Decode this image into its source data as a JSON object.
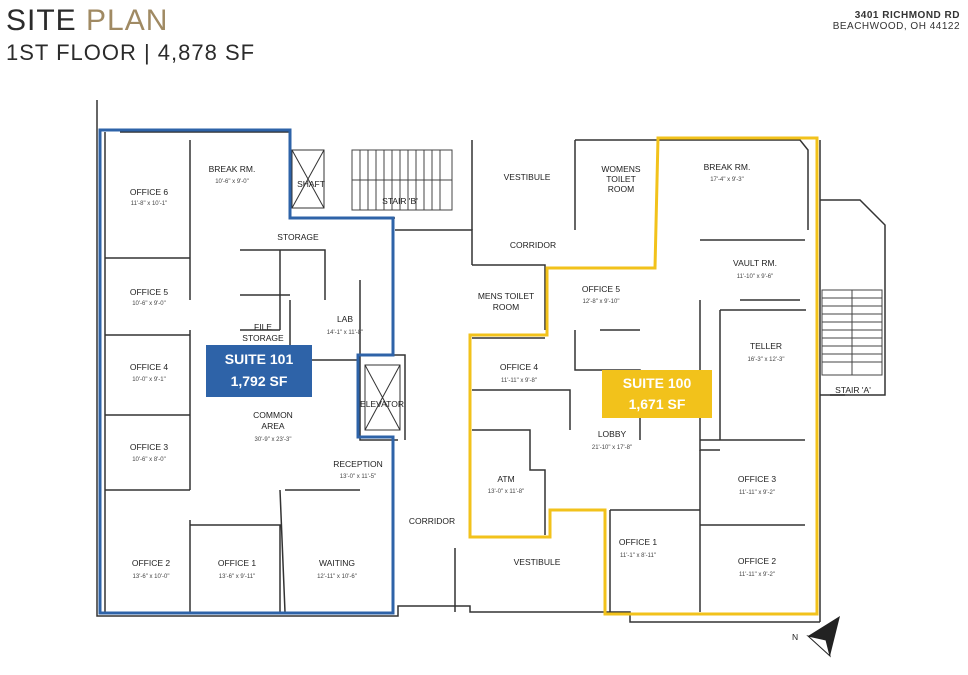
{
  "header": {
    "title_word1": "SITE",
    "title_word2": "PLAN",
    "subtitle": "1ST FLOOR | 4,878 SF",
    "address_line1": "3401 RICHMOND RD",
    "address_line2": "BEACHWOOD, OH 44122"
  },
  "colors": {
    "suite101": "#2e63a8",
    "suite100": "#f2c21b",
    "accent": "#a08a63",
    "wall": "#333333"
  },
  "suites": {
    "suite101": {
      "name": "SUITE 101",
      "area": "1,792 SF"
    },
    "suite100": {
      "name": "SUITE 100",
      "area": "1,671 SF"
    }
  },
  "rooms": {
    "office6": {
      "name": "OFFICE 6",
      "dim": "11'-8\" x 10'-1\""
    },
    "break_101": {
      "name": "BREAK RM.",
      "dim": "10'-6\" x 9'-0\""
    },
    "shaft": {
      "name": "SHAFT"
    },
    "stair_b": {
      "name": "STAIR 'B'"
    },
    "vestibule_top": {
      "name": "VESTIBULE"
    },
    "womens": {
      "name1": "WOMENS",
      "name2": "TOILET",
      "name3": "ROOM"
    },
    "break_100": {
      "name": "BREAK RM.",
      "dim": "17'-4\" x 9'-3\""
    },
    "storage": {
      "name": "STORAGE"
    },
    "corridor_top": {
      "name": "CORRIDOR"
    },
    "office5_101": {
      "name": "OFFICE 5",
      "dim": "10'-6\" x 9'-0\""
    },
    "mens": {
      "name1": "MENS TOILET",
      "name2": "ROOM"
    },
    "office5_100": {
      "name": "OFFICE 5",
      "dim": "12'-8\" x 9'-10\""
    },
    "vault": {
      "name": "VAULT RM.",
      "dim": "11'-10\" x 9'-6\""
    },
    "file_storage": {
      "name1": "FILE",
      "name2": "STORAGE"
    },
    "lab": {
      "name": "LAB",
      "dim": "14'-1\" x 11'-8\""
    },
    "office4_101": {
      "name": "OFFICE 4",
      "dim": "10'-0\" x 9'-1\""
    },
    "office4_100": {
      "name": "OFFICE 4",
      "dim": "11'-11\" x 9'-8\""
    },
    "teller": {
      "name": "TELLER",
      "dim": "16'-3\" x 12'-3\""
    },
    "stair_a": {
      "name": "STAIR 'A'"
    },
    "elevator": {
      "name": "ELEVATOR"
    },
    "common": {
      "name1": "COMMON",
      "name2": "AREA",
      "dim": "30'-9\" x 23'-3\""
    },
    "office3_101": {
      "name": "OFFICE 3",
      "dim": "10'-6\" x 8'-0\""
    },
    "reception": {
      "name": "RECEPTION",
      "dim": "13'-0\" x 11'-5\""
    },
    "lobby": {
      "name": "LOBBY",
      "dim": "21'-10\" x 17'-8\""
    },
    "atm": {
      "name": "ATM",
      "dim": "13'-0\" x 11'-8\""
    },
    "office3_100": {
      "name": "OFFICE 3",
      "dim": "11'-11\" x 9'-2\""
    },
    "corridor_bottom": {
      "name": "CORRIDOR"
    },
    "office2_101": {
      "name": "OFFICE 2",
      "dim": "13'-6\" x 10'-0\""
    },
    "office1_101": {
      "name": "OFFICE 1",
      "dim": "13'-6\" x 9'-11\""
    },
    "waiting": {
      "name": "WAITING",
      "dim": "12'-11\" x 10'-6\""
    },
    "vestibule_bottom": {
      "name": "VESTIBULE"
    },
    "office1_100": {
      "name": "OFFICE 1",
      "dim": "11'-1\" x 8'-11\""
    },
    "office2_100": {
      "name": "OFFICE 2",
      "dim": "11'-11\" x 9'-2\""
    }
  },
  "compass": {
    "label": "N"
  }
}
